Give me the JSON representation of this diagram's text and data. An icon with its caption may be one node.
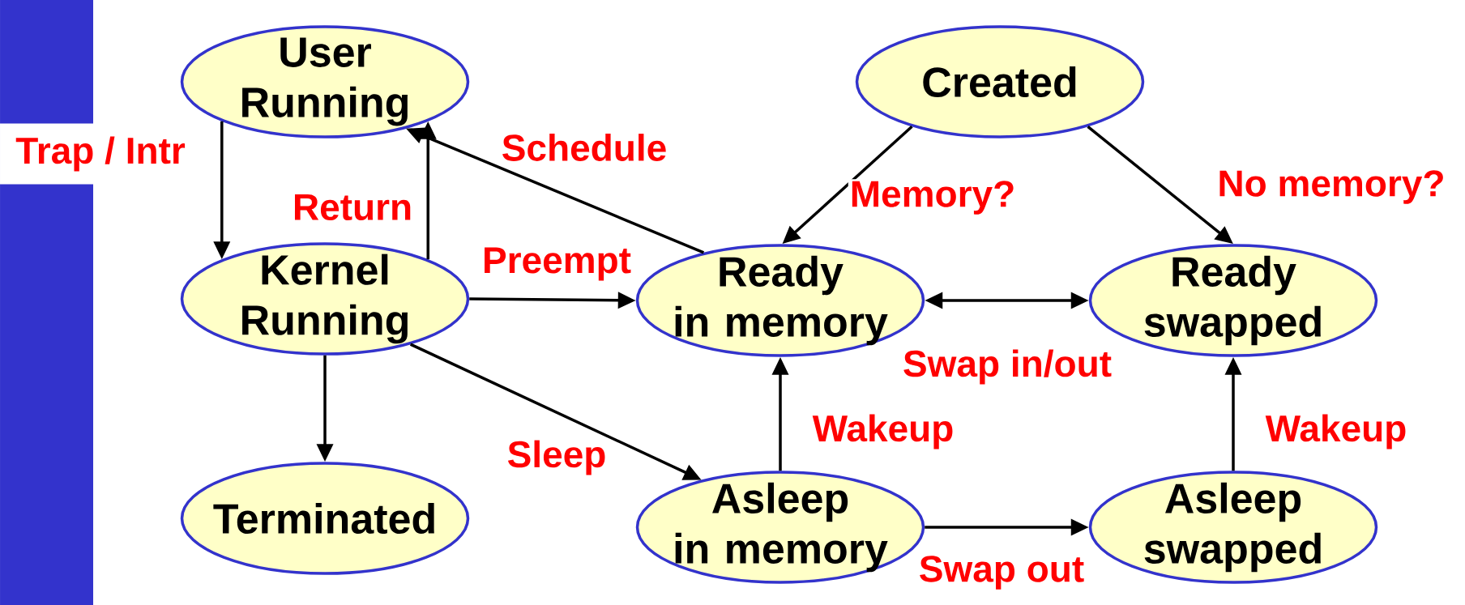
{
  "diagram": {
    "nodes": [
      {
        "text": [
          "User Running"
        ]
      },
      {
        "text": [
          "Created"
        ]
      },
      {
        "text": [
          "Kernel Running"
        ]
      },
      {
        "text": [
          "Ready in memory"
        ]
      },
      {
        "text": [
          "Ready swapped"
        ]
      },
      {
        "text": [
          "Terminated"
        ]
      },
      {
        "text": [
          "Asleep in memory"
        ]
      },
      {
        "text": [
          "Asleep swapped"
        ]
      }
    ],
    "edges": [
      {
        "from": 0,
        "to": 2,
        "arrow": "to",
        "label": "Trap / Intr"
      },
      {
        "from": 2,
        "to": 0,
        "arrow": "to",
        "label": "Return"
      },
      {
        "from": 3,
        "to": 0,
        "arrow": "to",
        "label": "Schedule"
      },
      {
        "from": 1,
        "to": 3,
        "arrow": "to",
        "label": "Memory?"
      },
      {
        "from": 1,
        "to": 4,
        "arrow": "to",
        "label": "No memory?"
      },
      {
        "from": 2,
        "to": 3,
        "arrow": "to",
        "label": "Preempt"
      },
      {
        "from": 3,
        "to": 4,
        "arrow": "both",
        "label": "Swap in/out"
      },
      {
        "from": 2,
        "to": 5,
        "arrow": "to"
      },
      {
        "from": 2,
        "to": 6,
        "arrow": "to",
        "label": "Sleep"
      },
      {
        "from": 6,
        "to": 3,
        "arrow": "to",
        "label": "Wakeup"
      },
      {
        "from": 6,
        "to": 7,
        "arrow": "to",
        "label": "Swap out"
      },
      {
        "from": 7,
        "to": 4,
        "arrow": "to",
        "label": "Wakeup"
      }
    ]
  }
}
